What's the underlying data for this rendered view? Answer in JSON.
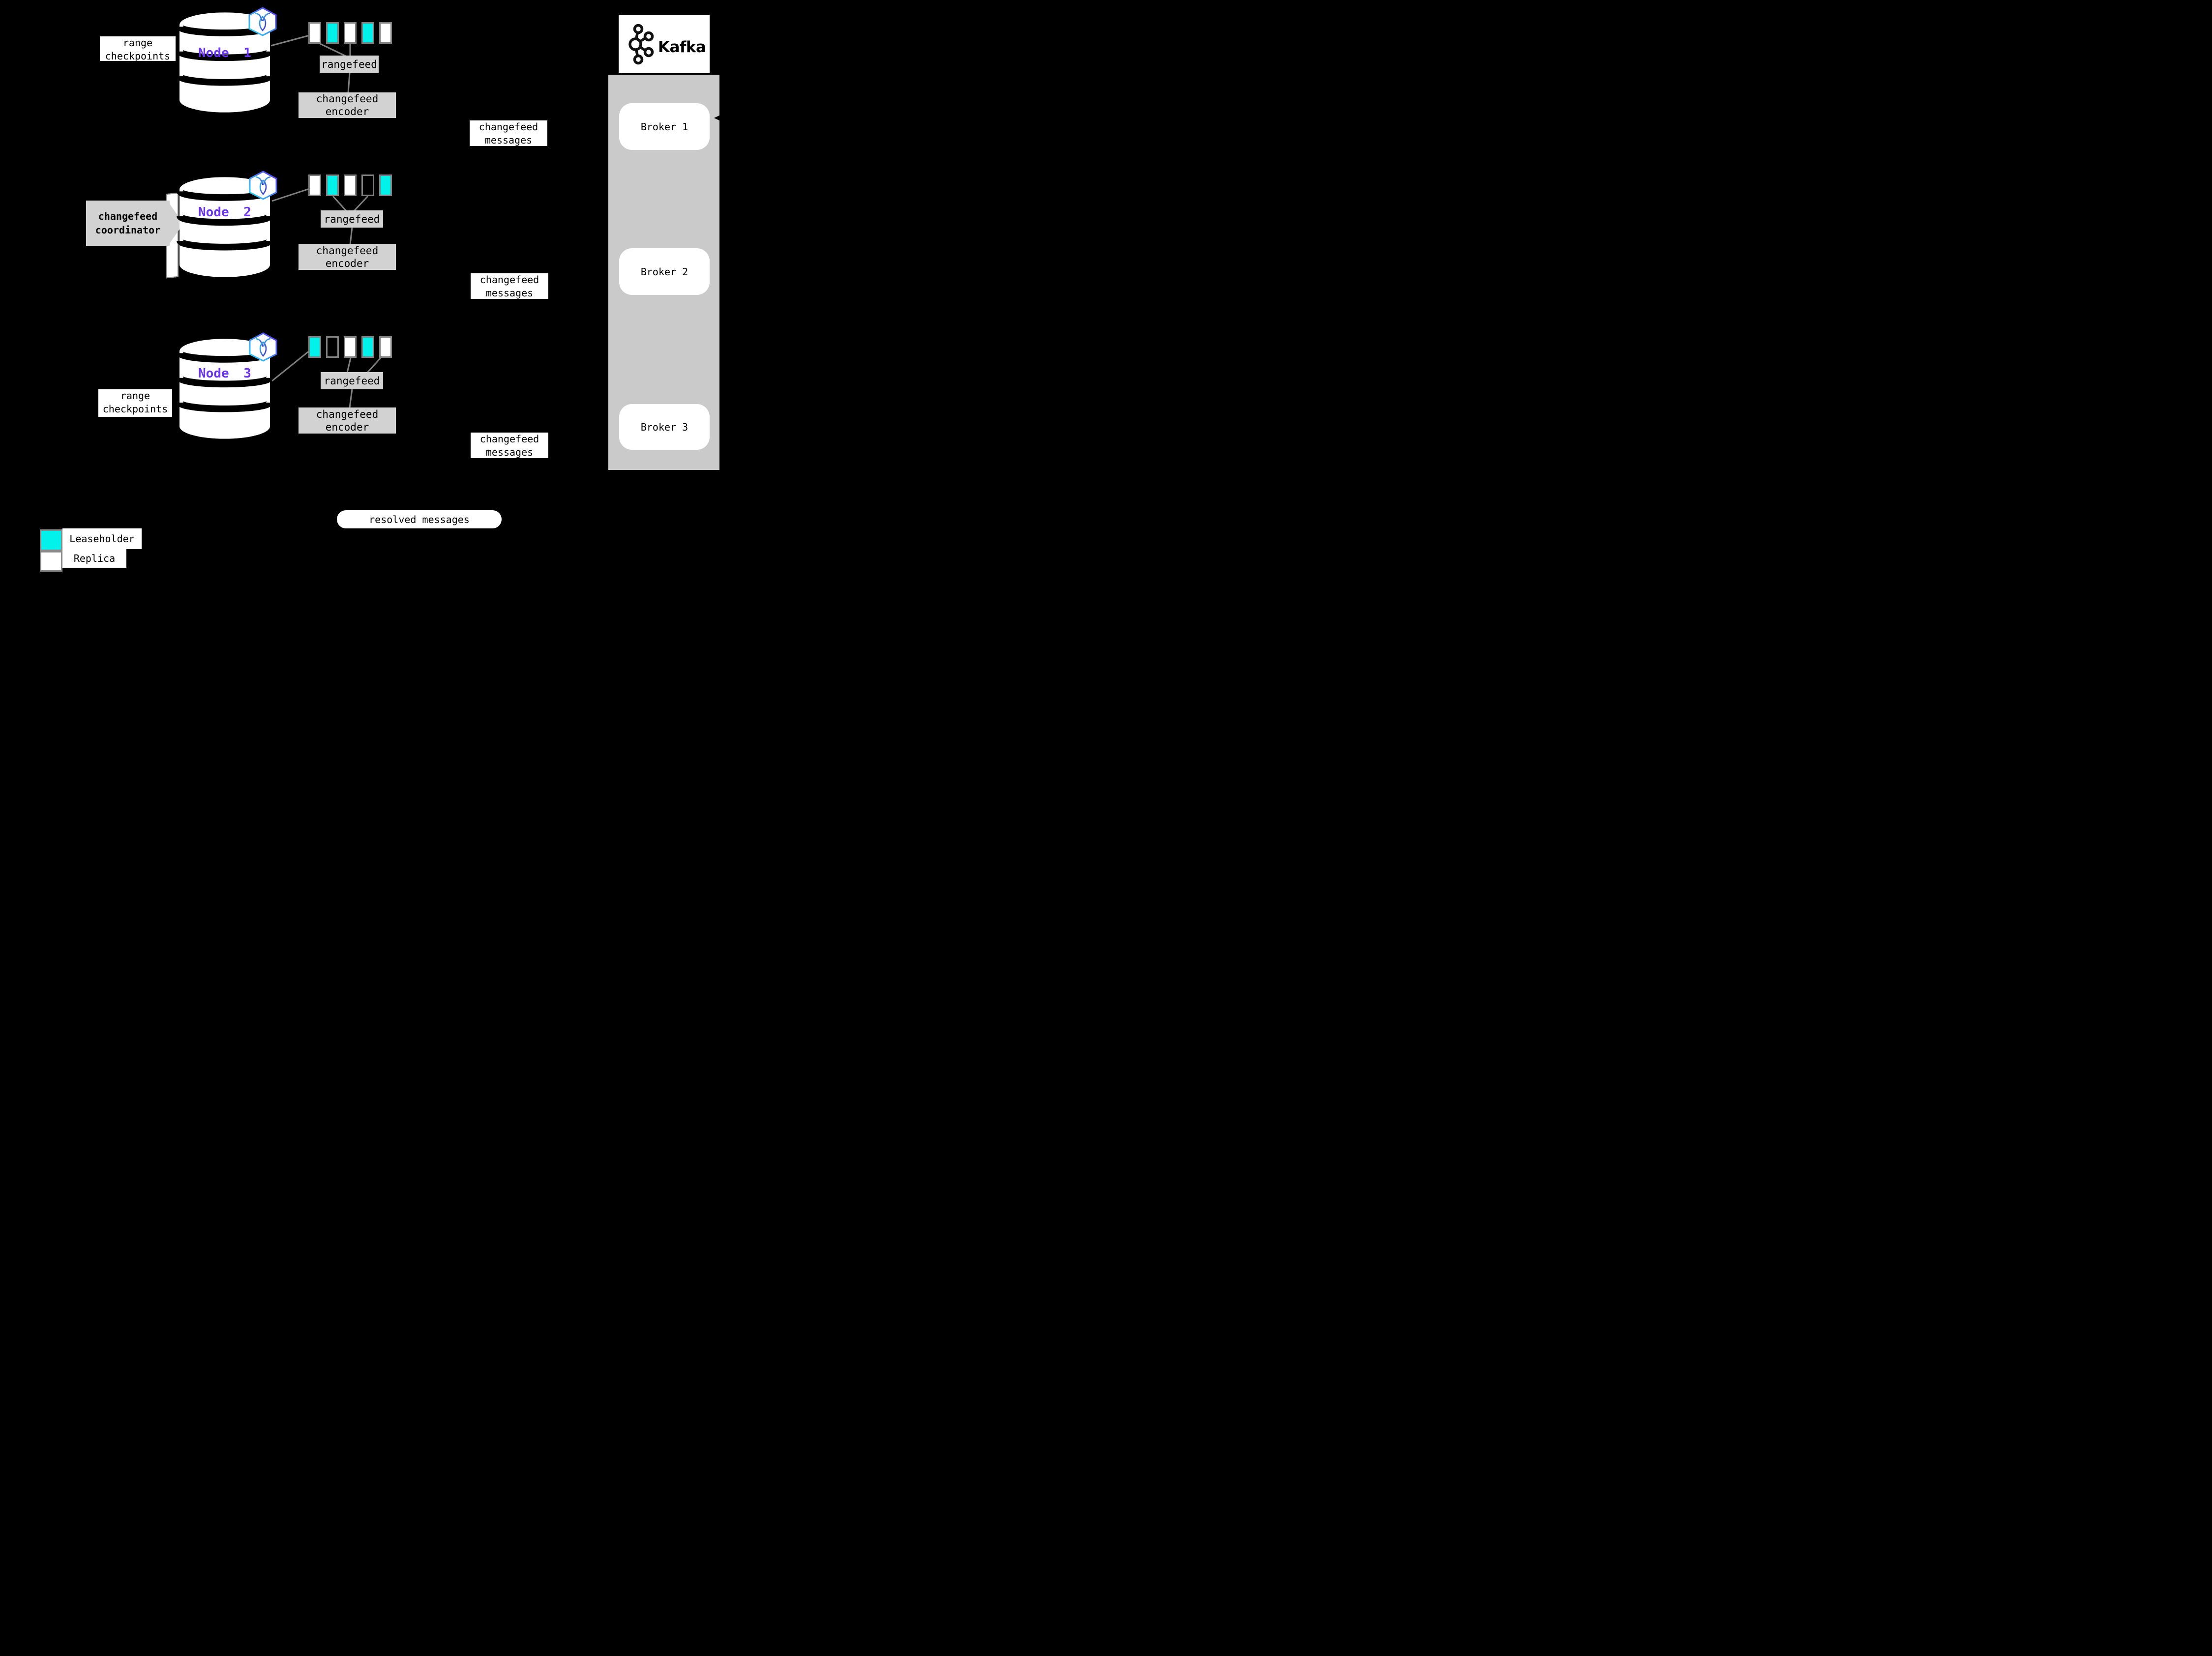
{
  "colors": {
    "background": "#000000",
    "leaseholder": "#00F2EA",
    "replica": "#FFFFFF",
    "box-gray": "#D2D2D2",
    "panel-gray": "#CACACA",
    "line-gray": "#7F7F7F",
    "border-gray": "#808080",
    "node-label": "#6933F0"
  },
  "nodes": [
    {
      "label": "Node 1",
      "rangefeed": "rangefeed",
      "encoder": "changefeed encoder",
      "ranges": [
        "replica",
        "leaseholder",
        "replica",
        "leaseholder",
        "replica"
      ]
    },
    {
      "label": "Node 2",
      "rangefeed": "rangefeed",
      "encoder": "changefeed encoder",
      "ranges": [
        "replica",
        "leaseholder",
        "replica",
        "empty",
        "leaseholder"
      ]
    },
    {
      "label": "Node 3",
      "rangefeed": "rangefeed",
      "encoder": "changefeed encoder",
      "ranges": [
        "leaseholder",
        "empty",
        "replica",
        "leaseholder",
        "replica"
      ]
    }
  ],
  "labels": {
    "range_checkpoints": "range checkpoints",
    "changefeed_coordinator": "changefeed coordinator",
    "changefeed_messages": "changefeed messages",
    "resolved_messages": "resolved messages"
  },
  "kafka": {
    "wordmark": "Kafka",
    "brokers": [
      "Broker 1",
      "Broker 2",
      "Broker 3"
    ]
  },
  "legend": [
    {
      "swatch": "leaseholder",
      "label": "Leaseholder"
    },
    {
      "swatch": "replica",
      "label": "Replica"
    }
  ],
  "icons": {
    "node_badge": "cockroachdb-logo-icon",
    "kafka_logo": "kafka-logo-icon",
    "broker_arrowhead": "arrowhead-left-icon",
    "database": "database-cylinder-icon"
  }
}
